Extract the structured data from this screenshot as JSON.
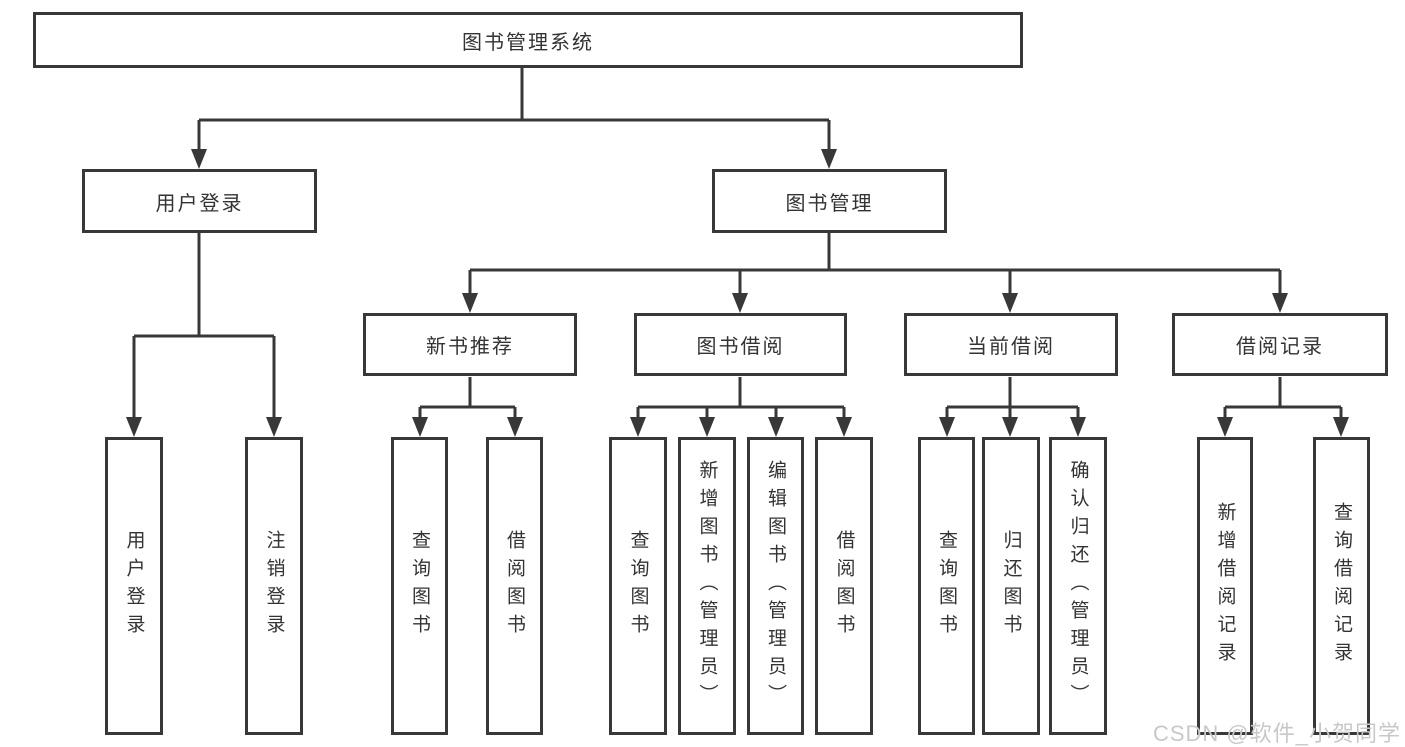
{
  "diagram": {
    "root": {
      "label": "图书管理系统"
    },
    "level2": [
      {
        "label": "用户登录"
      },
      {
        "label": "图书管理"
      }
    ],
    "level3": [
      {
        "label": "新书推荐"
      },
      {
        "label": "图书借阅"
      },
      {
        "label": "当前借阅"
      },
      {
        "label": "借阅记录"
      }
    ],
    "leaf_groups": [
      {
        "parent": "用户登录",
        "items": [
          {
            "label": "用户登录"
          },
          {
            "label": "注销登录"
          }
        ]
      },
      {
        "parent": "新书推荐",
        "items": [
          {
            "label": "查询图书"
          },
          {
            "label": "借阅图书"
          }
        ]
      },
      {
        "parent": "图书借阅",
        "items": [
          {
            "label": "查询图书"
          },
          {
            "label": "新增图书（管理员）"
          },
          {
            "label": "编辑图书（管理员）"
          },
          {
            "label": "借阅图书"
          }
        ]
      },
      {
        "parent": "当前借阅",
        "items": [
          {
            "label": "查询图书"
          },
          {
            "label": "归还图书"
          },
          {
            "label": "确认归还（管理员）"
          }
        ]
      },
      {
        "parent": "借阅记录",
        "items": [
          {
            "label": "新增借阅记录"
          },
          {
            "label": "查询借阅记录"
          }
        ]
      }
    ],
    "colors": {
      "line": "#383838",
      "text": "#333333",
      "box_background": "#ffffff",
      "watermark": "#c8c8c8"
    }
  },
  "watermark": {
    "text": "CSDN @软件_小贺同学"
  }
}
